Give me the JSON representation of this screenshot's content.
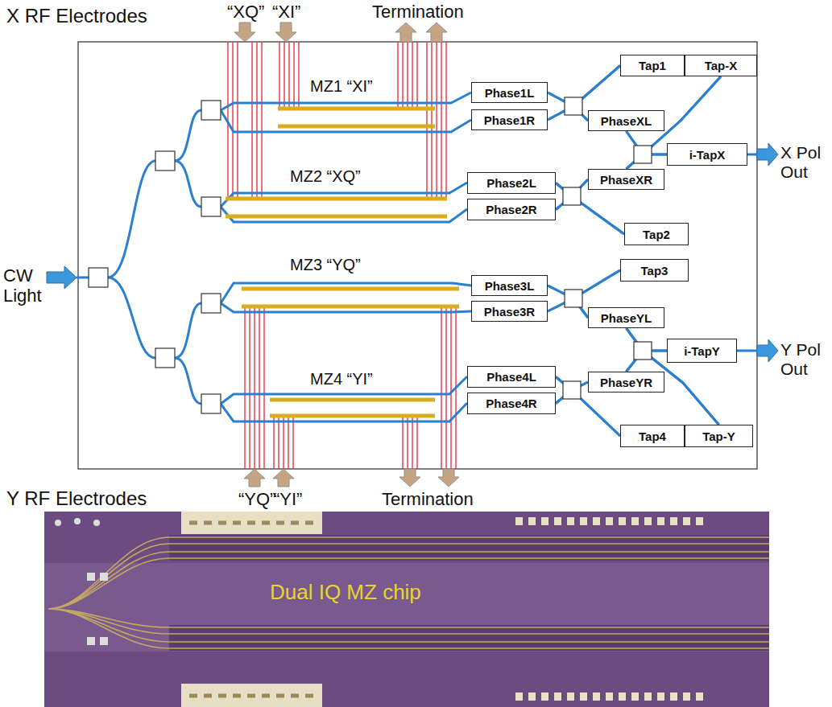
{
  "diagram": {
    "nodes": [
      {
        "text": [
          "Tap1"
        ]
      },
      {
        "text": [
          "Tap-X"
        ]
      },
      {
        "text": [
          "Phase1L"
        ]
      },
      {
        "text": [
          "PhaseXL"
        ]
      },
      {
        "text": [
          "Phase1R"
        ]
      },
      {
        "text": [
          "i-TapX"
        ]
      },
      {
        "text": [
          "Phase2L"
        ]
      },
      {
        "text": [
          "PhaseXR"
        ]
      },
      {
        "text": [
          "Phase2R"
        ]
      },
      {
        "text": [
          "Tap2"
        ]
      },
      {
        "text": [
          "Tap3"
        ]
      },
      {
        "text": [
          "Phase3L"
        ]
      },
      {
        "text": [
          "Phase3R"
        ]
      },
      {
        "text": [
          "PhaseYL"
        ]
      },
      {
        "text": [
          "i-TapY"
        ]
      },
      {
        "text": [
          "Phase4L"
        ]
      },
      {
        "text": [
          "PhaseYR"
        ]
      },
      {
        "text": [
          "Phase4R"
        ]
      },
      {
        "text": [
          "Tap4"
        ]
      },
      {
        "text": [
          "Tap-Y"
        ]
      }
    ],
    "edges": [
      {
        "from": 2,
        "to": 0,
        "arrow": "none"
      },
      {
        "from": 2,
        "to": 3,
        "arrow": "none"
      },
      {
        "from": 4,
        "to": 0,
        "arrow": "none"
      },
      {
        "from": 4,
        "to": 3,
        "arrow": "none"
      },
      {
        "from": 6,
        "to": 7,
        "arrow": "none"
      },
      {
        "from": 6,
        "to": 9,
        "arrow": "none"
      },
      {
        "from": 8,
        "to": 7,
        "arrow": "none"
      },
      {
        "from": 8,
        "to": 9,
        "arrow": "none"
      },
      {
        "from": 3,
        "to": 5,
        "arrow": "none"
      },
      {
        "from": 3,
        "to": 1,
        "arrow": "none"
      },
      {
        "from": 7,
        "to": 5,
        "arrow": "none"
      },
      {
        "from": 7,
        "to": 1,
        "arrow": "none"
      },
      {
        "from": 11,
        "to": 10,
        "arrow": "none"
      },
      {
        "from": 11,
        "to": 13,
        "arrow": "none"
      },
      {
        "from": 12,
        "to": 10,
        "arrow": "none"
      },
      {
        "from": 12,
        "to": 13,
        "arrow": "none"
      },
      {
        "from": 15,
        "to": 16,
        "arrow": "none"
      },
      {
        "from": 15,
        "to": 18,
        "arrow": "none"
      },
      {
        "from": 17,
        "to": 16,
        "arrow": "none"
      },
      {
        "from": 17,
        "to": 18,
        "arrow": "none"
      },
      {
        "from": 13,
        "to": 14,
        "arrow": "none"
      },
      {
        "from": 13,
        "to": 19,
        "arrow": "none"
      },
      {
        "from": 16,
        "to": 14,
        "arrow": "none"
      },
      {
        "from": 16,
        "to": 19,
        "arrow": "none"
      }
    ],
    "labels": [
      "X RF Electrodes",
      "“XQ”",
      "“XI”",
      "Termination",
      "MZ1 “XI”",
      "MZ2 “XQ”",
      "CW Light",
      "X Pol Out",
      "MZ3 “YQ”",
      "MZ4 “YI”",
      "Y Pol Out",
      "Y RF Electrodes",
      "“YQ”",
      "“YI”",
      "Termination",
      "Dual IQ MZ chip"
    ]
  }
}
